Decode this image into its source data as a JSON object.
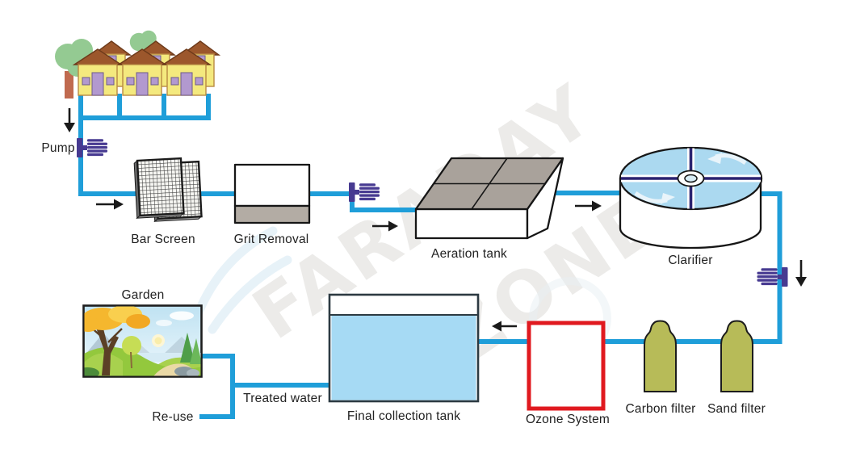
{
  "watermark": {
    "word1": "FARADAY",
    "word2": "OZONE"
  },
  "labels": {
    "pump": "Pump",
    "bar_screen": "Bar Screen",
    "grit_removal": "Grit Removal",
    "aeration_tank": "Aeration tank",
    "clarifier": "Clarifier",
    "carbon_filter": "Carbon filter",
    "sand_filter": "Sand filter",
    "ozone_system": "Ozone System",
    "final_collection_tank": "Final collection tank",
    "treated_water": "Treated water",
    "reuse": "Re-use",
    "garden": "Garden"
  },
  "colors": {
    "bg": "#ffffff",
    "pipe": "#1f9ed9",
    "pump": "#473a91",
    "arrow": "#1a1a1a",
    "label": "#222222",
    "watermark": "#8d887c",
    "house_wall": "#f4e97e",
    "house_roof": "#9c572c",
    "house_door": "#b299cf",
    "tree": "#94ca92",
    "grit": "#b3aca4",
    "aeration_top": "#a9a29b",
    "clarifier_top": "#abd9f0",
    "filter": "#b7bb58",
    "ozone": "#e0191f",
    "water": "#a6daf4"
  }
}
